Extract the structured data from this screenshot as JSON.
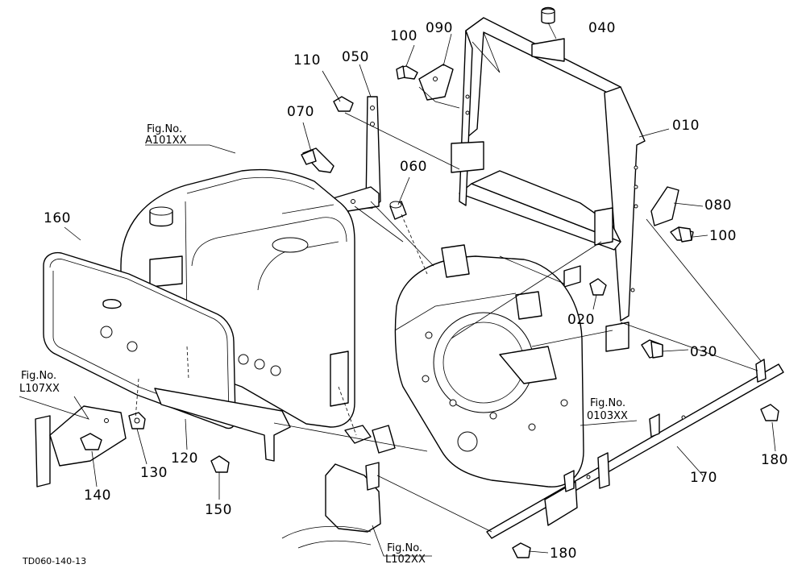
{
  "parts": {
    "p010": "010",
    "p020": "020",
    "p030": "030",
    "p040": "040",
    "p050": "050",
    "p060": "060",
    "p070": "070",
    "p080": "080",
    "p090": "090",
    "p100a": "100",
    "p100b": "100",
    "p110": "110",
    "p120": "120",
    "p130": "130",
    "p140": "140",
    "p150": "150",
    "p160": "160",
    "p170": "170",
    "p180a": "180",
    "p180b": "180"
  },
  "refs": {
    "a101": {
      "label": "Fig.No.",
      "code": "A101XX"
    },
    "l107": {
      "label": "Fig.No.",
      "code": "L107XX"
    },
    "o103": {
      "label": "Fig.No.",
      "code": "0103XX"
    },
    "l102": {
      "label": "Fig.No.",
      "code": "L102XX"
    }
  },
  "drawing_code": "TD060-140-13"
}
